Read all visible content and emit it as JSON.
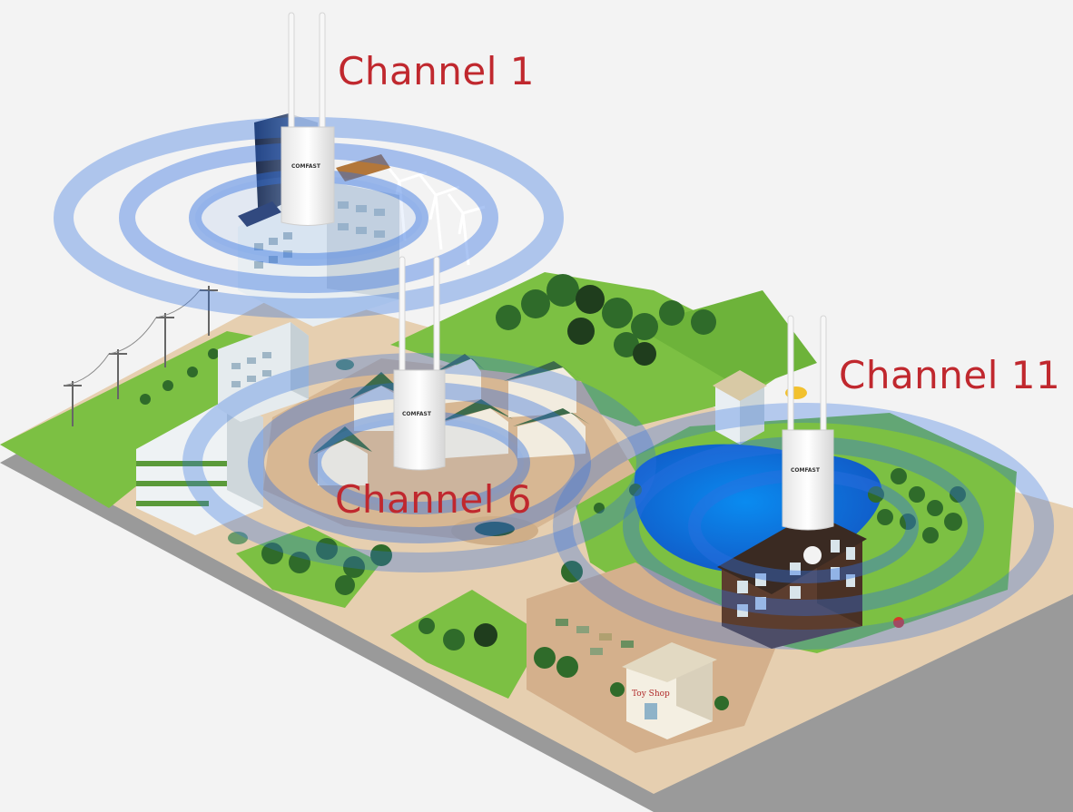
{
  "labels": {
    "channel_1": "Channel 1",
    "channel_6": "Channel 6",
    "channel_11": "Channel 11"
  },
  "access_points": [
    {
      "channel": "Channel 1",
      "brand": "COMFAST"
    },
    {
      "channel": "Channel 6",
      "brand": "COMFAST"
    },
    {
      "channel": "Channel 11",
      "brand": "COMFAST"
    }
  ],
  "shop_sign": "Toy Shop",
  "colors": {
    "label_red": "#c0282e",
    "signal_blue": "#2f6fe0",
    "grass_green": "#7cc043",
    "sand": "#e6cfb0",
    "lake_blue": "#1f79d8",
    "background": "#f3f3f3"
  }
}
